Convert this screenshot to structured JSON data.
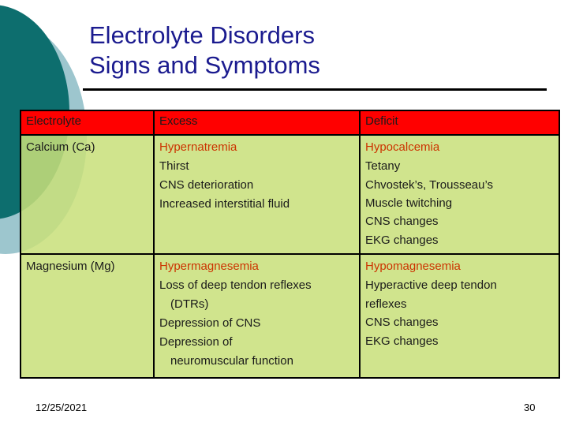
{
  "slide": {
    "title_lines": [
      "Electrolyte Disorders",
      "Signs and Symptoms"
    ],
    "colors": {
      "title_text": "#1b1b8f",
      "header_fill": "#ff0000",
      "body_fill": "#c8df7a",
      "term_text": "#cc3300",
      "circle_dark": "#0d6e6e",
      "circle_light": "#9dc6ce"
    }
  },
  "table": {
    "headers": [
      "Electrolyte",
      "Excess",
      "Deficit"
    ],
    "rows": [
      {
        "electrolyte": "Calcium (Ca)",
        "excess": {
          "term": "Hypernatremia",
          "symptoms": [
            "Thirst",
            "CNS deterioration",
            "Increased interstitial fluid"
          ]
        },
        "deficit": {
          "term": "Hypocalcemia",
          "symptoms": [
            "Tetany",
            "Chvostek’s, Trousseau’s",
            "Muscle twitching",
            "CNS changes",
            "EKG changes"
          ]
        }
      },
      {
        "electrolyte": "Magnesium (Mg)",
        "excess": {
          "term": "Hypermagnesemia",
          "symptoms": [
            "Loss of deep tendon reflexes",
            "(DTRs)",
            "Depression of CNS",
            "Depression of",
            "neuromuscular function"
          ]
        },
        "deficit": {
          "term": "Hypomagnesemia",
          "symptoms": [
            "Hyperactive deep tendon",
            "reflexes",
            "CNS changes",
            "EKG changes"
          ]
        }
      }
    ]
  },
  "footer": {
    "date": "12/25/2021",
    "slide_number": "30"
  }
}
